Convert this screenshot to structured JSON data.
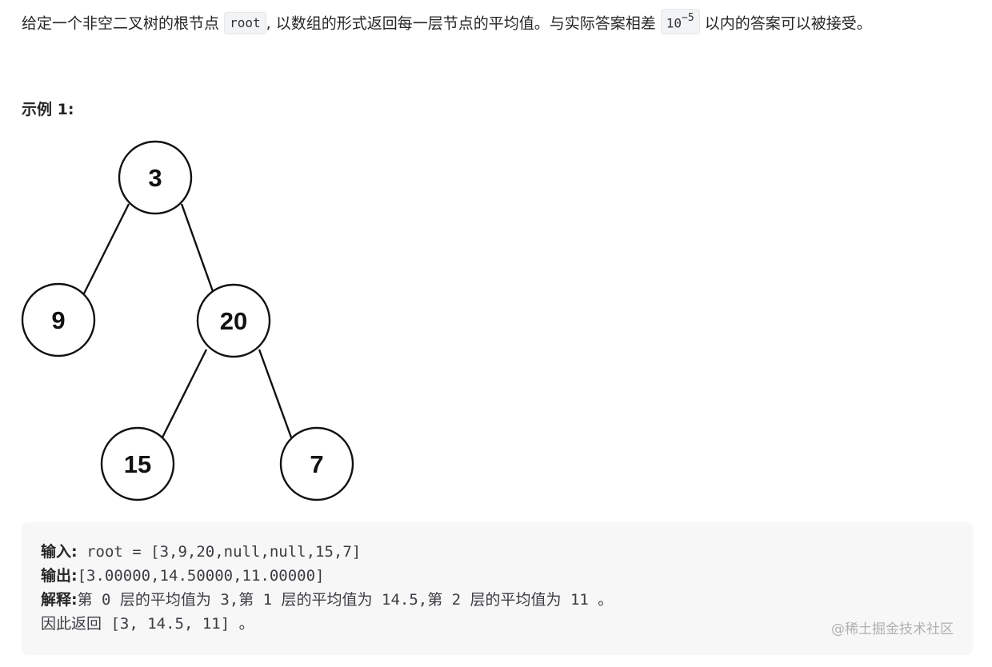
{
  "problem": {
    "part1": "给定一个非空二叉树的根节点",
    "code_root": "root",
    "part2": "以数组的形式返回每一层节点的平均值。与实际答案相差",
    "code_base": "10",
    "code_exp": "−5",
    "part3": "以内的答案可以被接受。",
    "separator": ","
  },
  "example": {
    "title": "示例 1:"
  },
  "tree": {
    "nodes": [
      {
        "id": "n3",
        "label": "3"
      },
      {
        "id": "n9",
        "label": "9"
      },
      {
        "id": "n20",
        "label": "20"
      },
      {
        "id": "n15",
        "label": "15"
      },
      {
        "id": "n7",
        "label": "7"
      }
    ],
    "edges": [
      [
        "n3",
        "n9"
      ],
      [
        "n3",
        "n20"
      ],
      [
        "n20",
        "n15"
      ],
      [
        "n20",
        "n7"
      ]
    ]
  },
  "io": {
    "input_label": "输入:",
    "input_value": "root = [3,9,20,null,null,15,7]",
    "output_label": "输出:",
    "output_value": "[3.00000,14.50000,11.00000]",
    "explain_label": "解释:",
    "explain_line1": "第 0 层的平均值为 3,第 1 层的平均值为 14.5,第 2 层的平均值为 11 。",
    "explain_line2": "因此返回 [3, 14.5, 11] 。"
  },
  "watermark": "@稀土掘金技术社区"
}
